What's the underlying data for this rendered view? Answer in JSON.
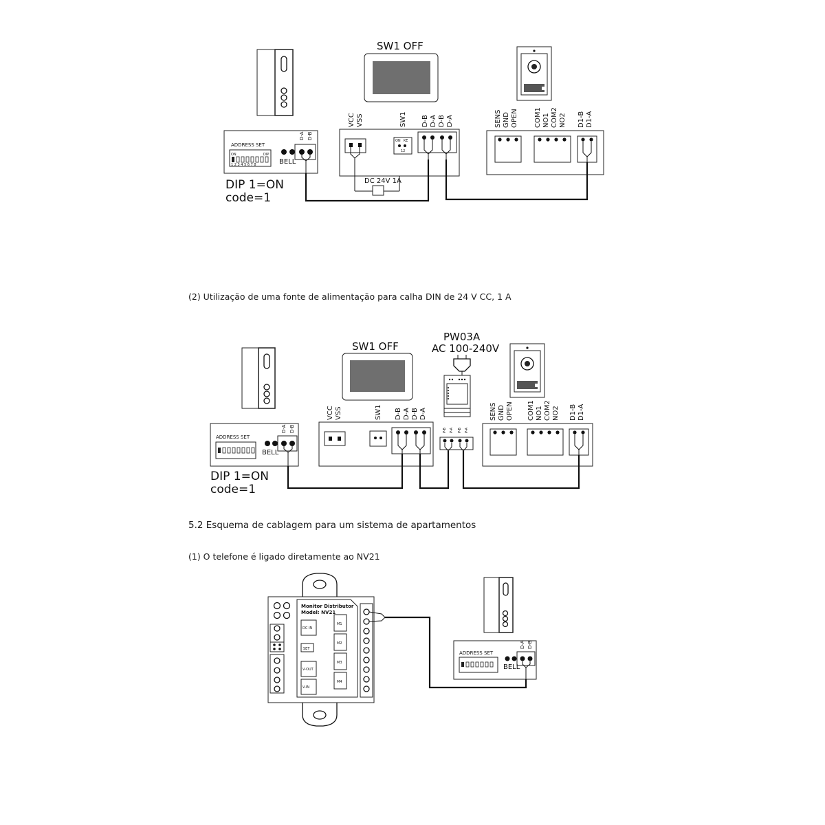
{
  "diagram1": {
    "monitor_label": "SW1 OFF",
    "supply_label": "DC 24V 1A",
    "dip_label": "DIP 1=ON",
    "code_label": "code=1",
    "power_pins": [
      "VCC",
      "VSS"
    ],
    "sw_label": "SW1",
    "bus_pins": [
      "D-B",
      "D-A",
      "D-B",
      "D-A"
    ],
    "door_pins_a": [
      "SENS",
      "GND",
      "OPEN"
    ],
    "door_pins_b": [
      "COM1",
      "NO1",
      "COM2",
      "NO2"
    ],
    "door_pins_c": [
      "D1-B",
      "D1-A"
    ],
    "address_label": "ADDRESS SET",
    "bell_label": "BELL",
    "phone_pins": [
      "D-A",
      "D-B"
    ],
    "dip_on": "ON",
    "dip_dip": "DIP",
    "dip_numbers": "1 2 3 4 5 6 7 8",
    "sw_on": "ON",
    "sw_ke": "KE",
    "sw_nums": "12"
  },
  "caption1": "(2) Utilização de uma fonte de alimentação para calha DIN de 24 V CC, 1 A",
  "diagram2": {
    "psu_model": "PW03A",
    "psu_input": "AC 100-240V",
    "monitor_label": "SW1 OFF",
    "dip_label": "DIP 1=ON",
    "code_label": "code=1",
    "power_pins": [
      "VCC",
      "VSS"
    ],
    "sw_label": "SW1",
    "bus_pins": [
      "D-B",
      "D-A",
      "D-B",
      "D-A"
    ],
    "psu_pins": [
      "P-B",
      "P-A",
      "P-B",
      "P-A"
    ],
    "door_pins_a": [
      "SENS",
      "GND",
      "OPEN"
    ],
    "door_pins_b": [
      "COM1",
      "NO1",
      "COM2",
      "NO2"
    ],
    "door_pins_c": [
      "D1-B",
      "D1-A"
    ],
    "address_label": "ADDRESS SET",
    "bell_label": "BELL",
    "phone_pins": [
      "D-A",
      "D-B"
    ]
  },
  "section_title": "5.2 Esquema de cablagem para um sistema de apartamentos",
  "caption2": "(1) O telefone é ligado diretamente ao NV21",
  "diagram3": {
    "distributor_title": "Monitor Distributor",
    "distributor_model": "Model: NV21",
    "terminals_left": [
      "DC IN",
      "SET",
      "V-OUT",
      "V-IN"
    ],
    "terminals_right": [
      "M1",
      "M2",
      "M3",
      "M4"
    ],
    "address_label": "ADDRESS SET",
    "bell_label": "BELL",
    "phone_pins": [
      "D-A",
      "D-B"
    ]
  }
}
